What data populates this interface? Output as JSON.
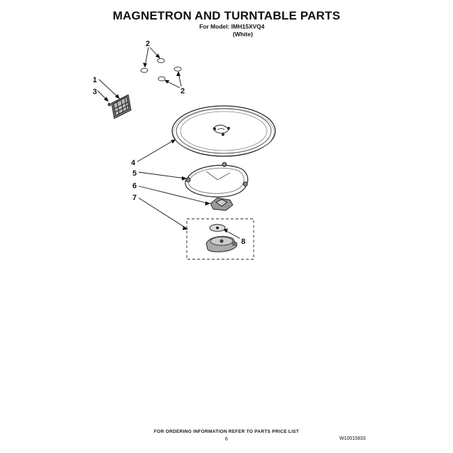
{
  "header": {
    "title": "MAGNETRON AND TURNTABLE PARTS",
    "model_line": "For Model: IMH15XVQ4",
    "color_line": "(White)"
  },
  "callouts": {
    "c1": "1",
    "c2a": "2",
    "c2b": "2",
    "c3": "3",
    "c4": "4",
    "c5": "5",
    "c6": "6",
    "c7": "7",
    "c8": "8"
  },
  "footer": {
    "ordering_note": "FOR ORDERING INFORMATION REFER TO PARTS PRICE LIST",
    "page_number": "6",
    "document_number": "W10015833"
  }
}
